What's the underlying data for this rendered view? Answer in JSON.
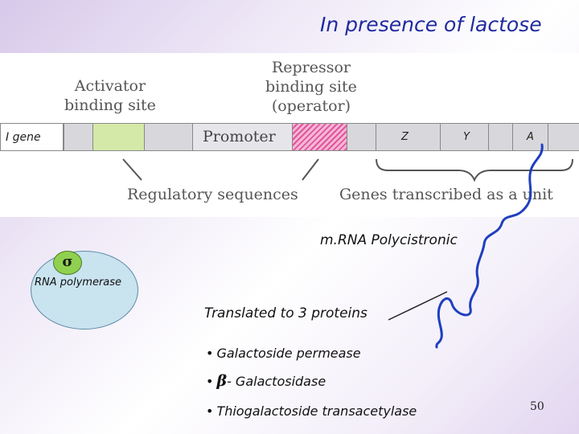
{
  "slide": {
    "title": "In presence of lactose",
    "page_number": "50"
  },
  "operon": {
    "activator_label_line1": "Activator",
    "activator_label_line2": "binding site",
    "repressor_label_line1": "Repressor",
    "repressor_label_line2": "binding site",
    "repressor_label_line3": "(operator)",
    "i_gene": "I gene",
    "promoter": "Promoter",
    "gene_z": "Z",
    "gene_y": "Y",
    "gene_a": "A",
    "regulatory_label": "Regulatory sequences",
    "genes_label": "Genes transcribed as a unit",
    "colors": {
      "activator_site": "#d4e9a8",
      "operator_hatch": "#e0559b",
      "gene_boxes": "#d8d8dc"
    }
  },
  "transcription": {
    "mrna_label": "m.RNA Polycistronic",
    "sigma": "σ",
    "rna_polymerase": "RNA polymerase",
    "mrna_color": "#1f3fbf"
  },
  "translation": {
    "heading": "Translated to 3 proteins",
    "proteins": [
      {
        "bullet": "•",
        "name": "Galactoside permease"
      },
      {
        "bullet": "•",
        "beta": "β",
        "name": "- Galactosidase"
      },
      {
        "bullet": "•",
        "name": "Thiogalactoside transacetylase"
      }
    ]
  }
}
